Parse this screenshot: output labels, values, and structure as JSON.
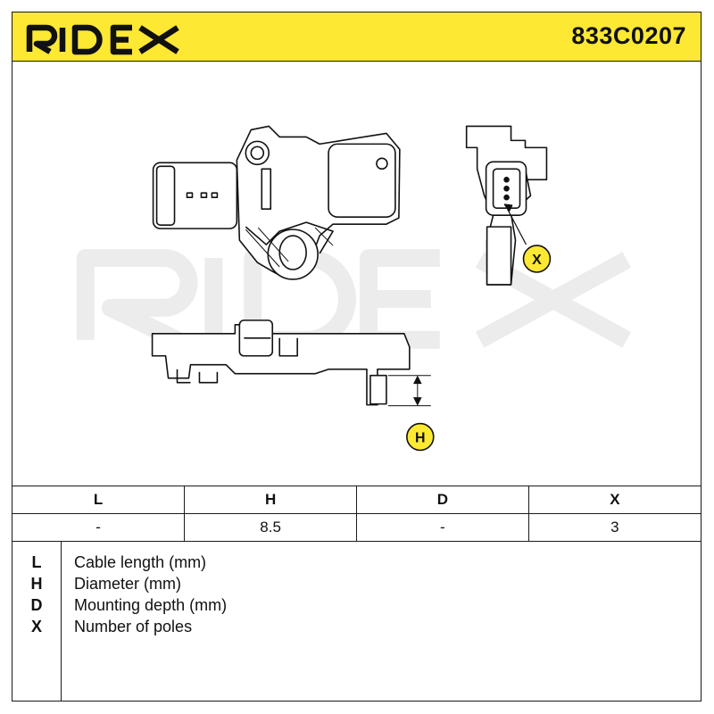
{
  "header": {
    "brand": "RIDEX",
    "part_number": "833C0207",
    "background_color": "#fde833"
  },
  "drawing": {
    "watermark": "RIDEX",
    "callouts": [
      {
        "id": "x",
        "label": "X"
      },
      {
        "id": "h",
        "label": "H"
      }
    ]
  },
  "spec_table": {
    "headers": [
      "L",
      "H",
      "D",
      "X"
    ],
    "values": [
      "-",
      "8.5",
      "-",
      "3"
    ]
  },
  "legend": [
    {
      "key": "L",
      "desc": "Cable length (mm)"
    },
    {
      "key": "H",
      "desc": "Diameter (mm)"
    },
    {
      "key": "D",
      "desc": "Mounting depth (mm)"
    },
    {
      "key": "X",
      "desc": "Number of poles"
    }
  ]
}
